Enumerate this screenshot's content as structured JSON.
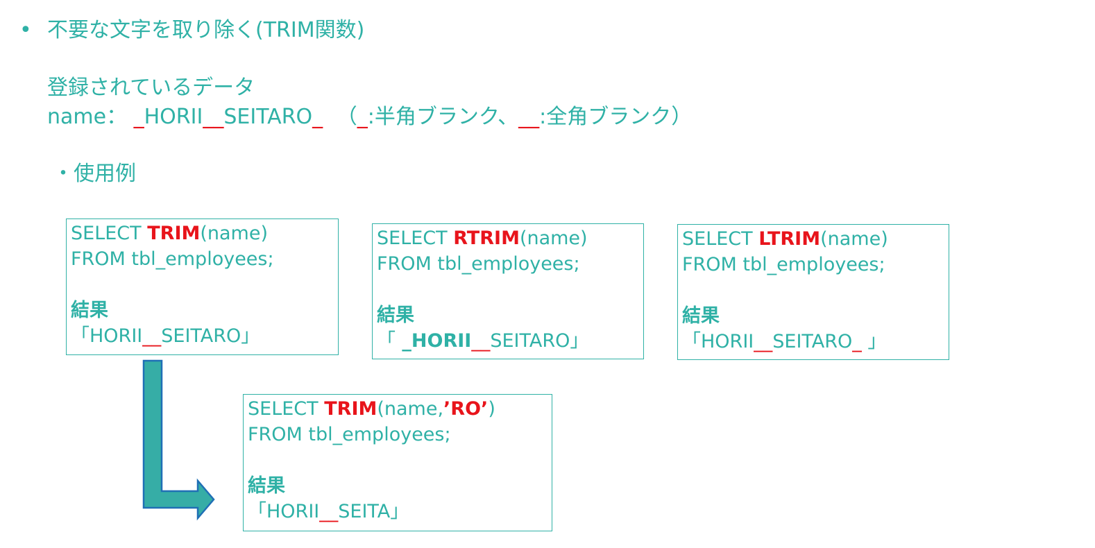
{
  "heading": {
    "bullet": "•",
    "text": "不要な文字を取り除く(TRIM関数)"
  },
  "registered": {
    "label": "登録されているデータ",
    "name_prefix": "name：",
    "sample_parts": [
      "_",
      "HORII",
      "__",
      "SEITARO",
      "_"
    ],
    "legend_open": "（",
    "legend_half_mark": "_",
    "legend_half_text": ":半角ブランク、",
    "legend_full_mark": "__",
    "legend_full_text": ":全角ブランク）"
  },
  "usage": {
    "label": "・使用例"
  },
  "examples": [
    {
      "keyword_select": "SELECT ",
      "function": "TRIM",
      "args": "(name)",
      "from": "FROM tbl_employees;",
      "result_label": "結果",
      "result_parts": [
        "「HORII",
        "__",
        "SEITARO」"
      ]
    },
    {
      "keyword_select": "SELECT ",
      "function": "RTRIM",
      "args": "(name)",
      "from": "FROM tbl_employees;",
      "result_label": "結果",
      "result_parts": [
        "「",
        " _HORII",
        "__",
        "SEITARO」"
      ]
    },
    {
      "keyword_select": "SELECT ",
      "function": "LTRIM",
      "args": "(name)",
      "from": "FROM tbl_employees;",
      "result_label": "結果",
      "result_parts": [
        "「HORII",
        "__",
        "SEITARO",
        "_",
        " 」"
      ]
    },
    {
      "keyword_select": "SELECT ",
      "function": "TRIM",
      "args_open": "(name,",
      "args_literal": "’RO’",
      "args_close": ")",
      "from": "FROM tbl_employees;",
      "result_label": "結果",
      "result_parts": [
        "「HORII",
        "__",
        "SEITA」"
      ]
    }
  ],
  "colors": {
    "teal": "#2fb1a6",
    "red": "#e8141b",
    "arrow_fill": "#36ada6",
    "arrow_stroke": "#1f6fb5"
  },
  "icons": {
    "flow_arrow": "elbow-arrow-down-right-icon"
  }
}
